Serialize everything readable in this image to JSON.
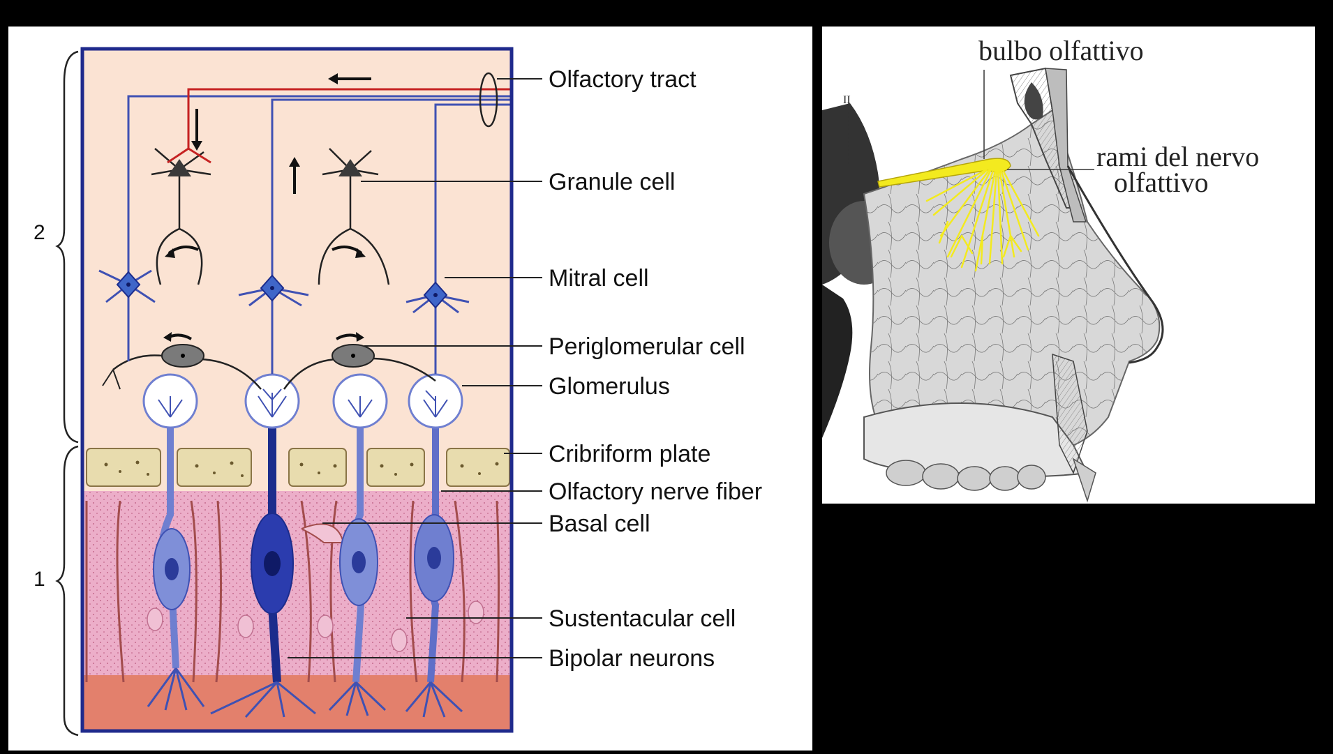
{
  "left_diagram": {
    "labels": {
      "olfactory_tract": "Olfactory tract",
      "granule_cell": "Granule cell",
      "mitral_cell": "Mitral cell",
      "periglomerular_cell": "Periglomerular cell",
      "glomerulus": "Glomerulus",
      "cribriform_plate": "Cribriform plate",
      "olfactory_nerve_fiber": "Olfactory nerve fiber",
      "basal_cell": "Basal cell",
      "sustentacular_cell": "Sustentacular cell",
      "bipolar_neurons": "Bipolar neurons"
    },
    "region_labels": {
      "bulb_region": "2",
      "epithelium_region": "1"
    }
  },
  "right_diagram": {
    "labels": {
      "olfactory_bulb": "bulbo olfattivo",
      "nerve_branches_line1": "rami del nervo",
      "nerve_branches_line2": "olfattivo",
      "roman_numeral": "II"
    }
  },
  "colors": {
    "background": "#000000",
    "bulb_bg": "#fbe3d3",
    "epithelium_bg": "#ecaec9",
    "base_band": "#e3806c",
    "neuron_blue": "#3f51b3",
    "neuron_dark": "#1b2c8c",
    "tract_red": "#c62222",
    "plate": "#e8dcae",
    "nerve_yellow": "#f3ea1f"
  }
}
